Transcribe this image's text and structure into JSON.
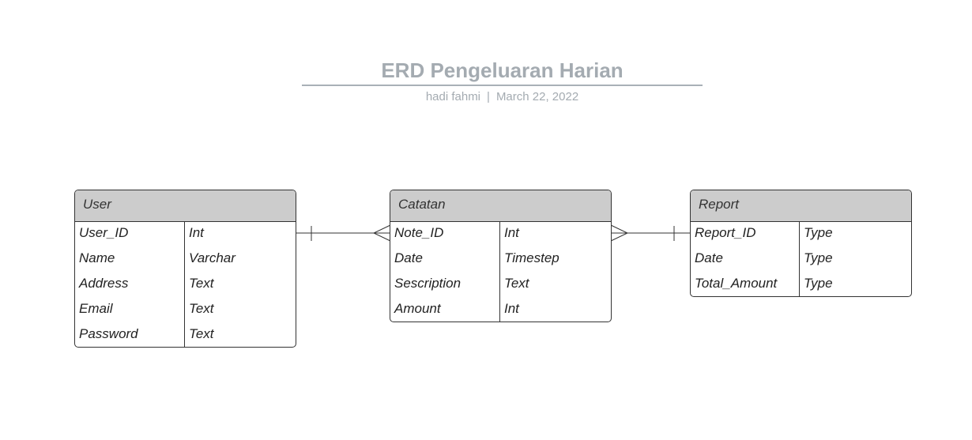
{
  "header": {
    "title": "ERD Pengeluaran Harian",
    "author": "hadi fahmi",
    "separator": "|",
    "date": "March 22, 2022"
  },
  "entities": [
    {
      "name": "User",
      "attributes": [
        {
          "name": "User_ID",
          "type": "Int"
        },
        {
          "name": "Name",
          "type": "Varchar"
        },
        {
          "name": "Address",
          "type": "Text"
        },
        {
          "name": "Email",
          "type": "Text"
        },
        {
          "name": "Password",
          "type": "Text"
        }
      ]
    },
    {
      "name": "Catatan",
      "attributes": [
        {
          "name": "Note_ID",
          "type": "Int"
        },
        {
          "name": "Date",
          "type": "Timestep"
        },
        {
          "name": "Sescription",
          "type": "Text"
        },
        {
          "name": "Amount",
          "type": "Int"
        }
      ]
    },
    {
      "name": "Report",
      "attributes": [
        {
          "name": "Report_ID",
          "type": "Type"
        },
        {
          "name": "Date",
          "type": "Type"
        },
        {
          "name": "Total_Amount",
          "type": "Type"
        }
      ]
    }
  ],
  "relationships": [
    {
      "from": "User",
      "from_cardinality": "one",
      "to": "Catatan",
      "to_cardinality": "many"
    },
    {
      "from": "Catatan",
      "from_cardinality": "many",
      "to": "Report",
      "to_cardinality": "one"
    }
  ],
  "colors": {
    "title": "#a4abb1",
    "header_fill": "#cccccc",
    "stroke": "#333333"
  }
}
